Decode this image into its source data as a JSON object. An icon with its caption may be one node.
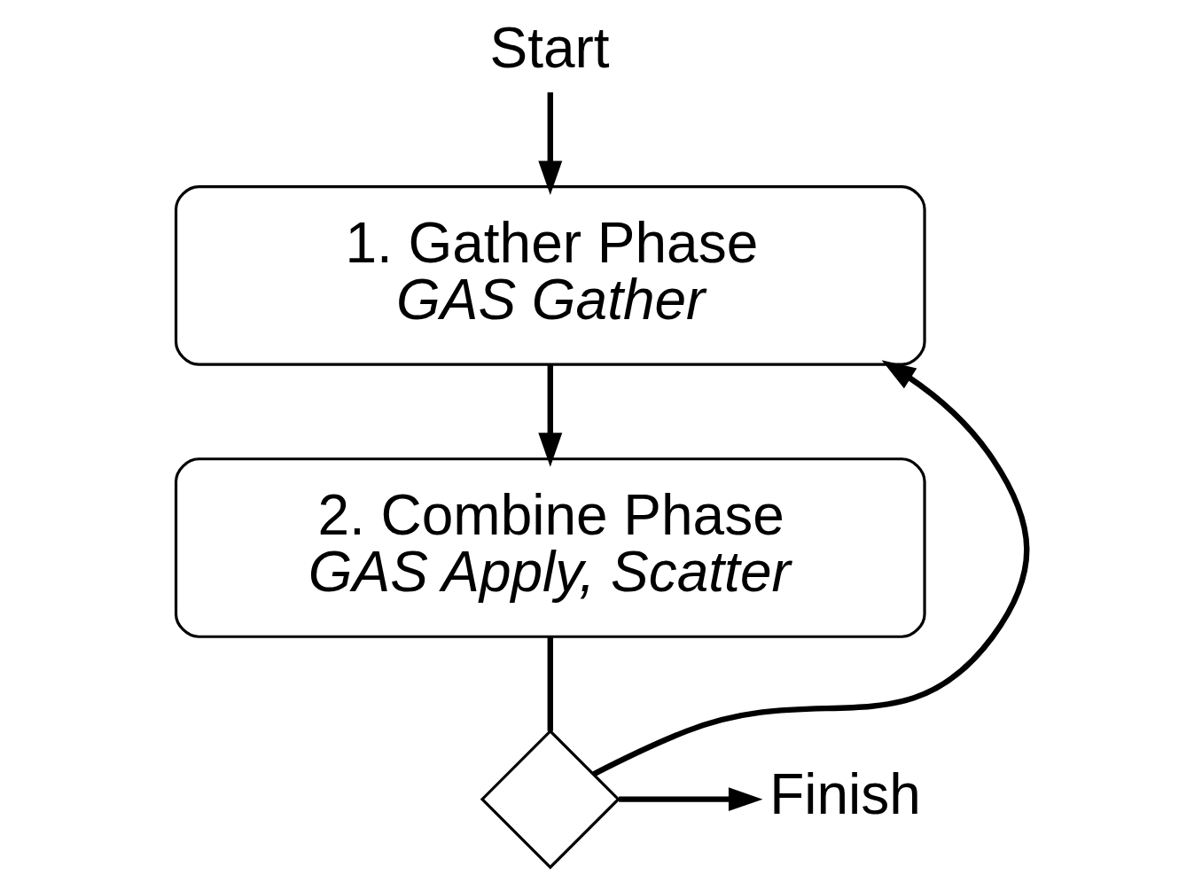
{
  "diagram": {
    "nodes": [
      {
        "text": [
          "Start"
        ]
      },
      {
        "text": [
          "1. Gather Phase",
          "GAS Gather"
        ]
      },
      {
        "text": [
          "2. Combine Phase",
          "GAS Apply, Scatter"
        ]
      },
      {
        "text": [],
        "shape": "diamond"
      },
      {
        "text": [
          "Finish"
        ]
      }
    ],
    "edges": [
      {
        "from": 0,
        "to": 1,
        "arrow": "to"
      },
      {
        "from": 1,
        "to": 2,
        "arrow": "to"
      },
      {
        "from": 2,
        "to": 3,
        "arrow": "none"
      },
      {
        "from": 3,
        "to": 1,
        "arrow": "to"
      },
      {
        "from": 3,
        "to": 4,
        "arrow": "to"
      }
    ]
  }
}
